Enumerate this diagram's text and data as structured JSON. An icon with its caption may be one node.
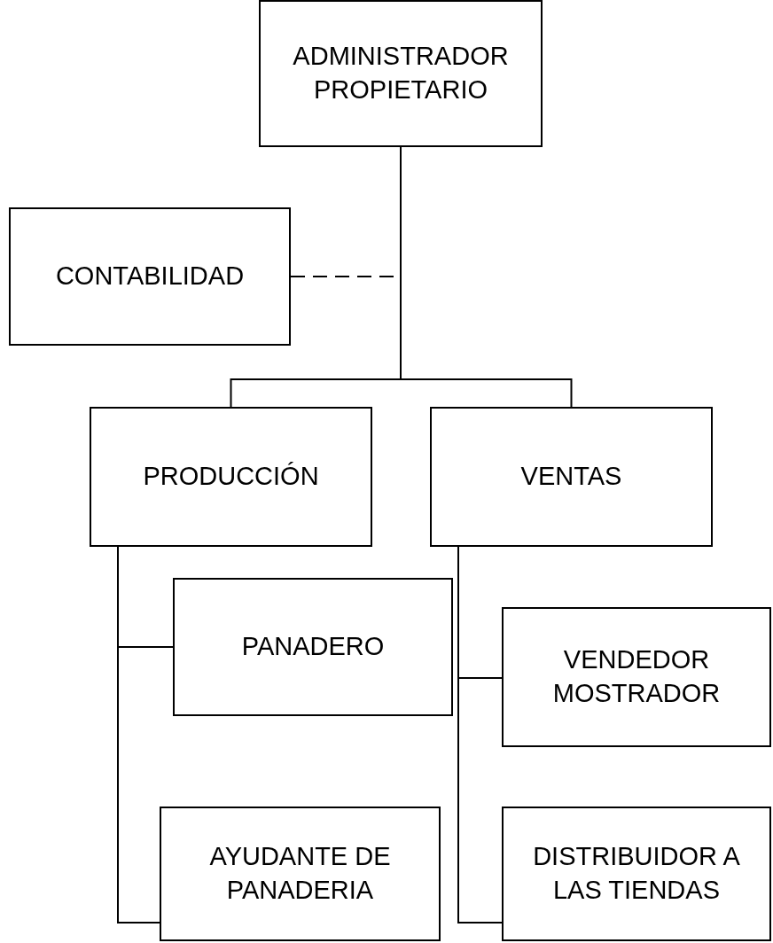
{
  "diagram": {
    "nodes": [
      {
        "text": [
          "ADMINISTRADOR PROPIETARIO"
        ]
      },
      {
        "text": [
          "CONTABILIDAD"
        ]
      },
      {
        "text": [
          "PRODUCCIÓN"
        ]
      },
      {
        "text": [
          "VENTAS"
        ]
      },
      {
        "text": [
          "PANADERO"
        ]
      },
      {
        "text": [
          "AYUDANTE DE PANADERIA"
        ]
      },
      {
        "text": [
          "VENDEDOR MOSTRADOR"
        ]
      },
      {
        "text": [
          "DISTRIBUIDOR A LAS TIENDAS"
        ]
      }
    ],
    "edges": [
      {
        "from": 1,
        "to": 0,
        "arrow": "none",
        "style": "dashed"
      },
      {
        "from": 0,
        "to": 2,
        "arrow": "none"
      },
      {
        "from": 0,
        "to": 3,
        "arrow": "none"
      },
      {
        "from": 2,
        "to": 4,
        "arrow": "none"
      },
      {
        "from": 2,
        "to": 5,
        "arrow": "none"
      },
      {
        "from": 3,
        "to": 6,
        "arrow": "none"
      },
      {
        "from": 3,
        "to": 7,
        "arrow": "none"
      }
    ]
  }
}
